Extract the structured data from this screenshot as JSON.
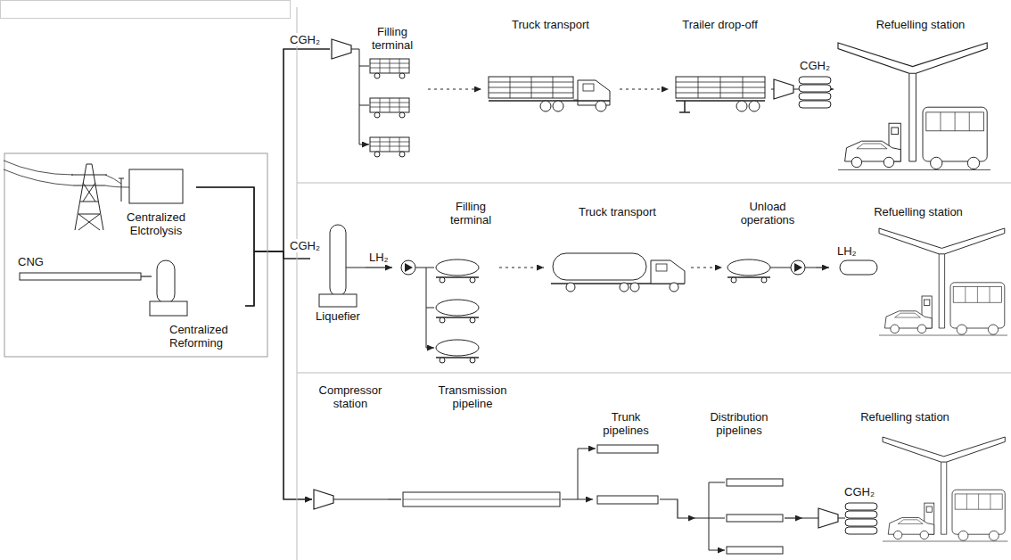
{
  "diagram": {
    "nodes": [
      {
        "text": [
          "Centralized Elctrolysis"
        ]
      },
      {
        "text": [
          "Centralized Reforming"
        ]
      },
      {
        "text": [
          "CNG"
        ]
      },
      {
        "text": [
          "Filling terminal"
        ]
      },
      {
        "text": [
          "Truck transport"
        ]
      },
      {
        "text": [
          "Trailer drop-off"
        ]
      },
      {
        "text": [
          "Refuelling station"
        ]
      },
      {
        "text": [
          "Liquefier"
        ]
      },
      {
        "text": [
          "Filling terminal"
        ]
      },
      {
        "text": [
          "Truck transport"
        ]
      },
      {
        "text": [
          "Unload operations"
        ]
      },
      {
        "text": [
          "Refuelling station"
        ]
      },
      {
        "text": [
          "Compressor station"
        ]
      },
      {
        "text": [
          "Transmission pipeline"
        ]
      },
      {
        "text": [
          "Trunk pipelines"
        ]
      },
      {
        "text": [
          "Distribution pipelines"
        ]
      },
      {
        "text": [
          "Refuelling station"
        ]
      }
    ],
    "edges": [
      {
        "from": 2,
        "to": 1,
        "arrow": "none"
      },
      {
        "from": 0,
        "to": 3,
        "arrow": "none"
      },
      {
        "from": 1,
        "to": 3,
        "arrow": "none"
      },
      {
        "from": 0,
        "to": 7,
        "arrow": "none"
      },
      {
        "from": 1,
        "to": 7,
        "arrow": "none"
      },
      {
        "from": 0,
        "to": 12,
        "arrow": "to"
      },
      {
        "from": 1,
        "to": 12,
        "arrow": "to"
      },
      {
        "from": 3,
        "to": 4,
        "arrow": "to"
      },
      {
        "from": 4,
        "to": 5,
        "arrow": "to"
      },
      {
        "from": 5,
        "to": 6,
        "arrow": "to"
      },
      {
        "from": 7,
        "to": 8,
        "arrow": "to"
      },
      {
        "from": 8,
        "to": 9,
        "arrow": "to"
      },
      {
        "from": 9,
        "to": 10,
        "arrow": "to"
      },
      {
        "from": 10,
        "to": 11,
        "arrow": "to"
      },
      {
        "from": 12,
        "to": 13,
        "arrow": "none"
      },
      {
        "from": 13,
        "to": 14,
        "arrow": "to"
      },
      {
        "from": 14,
        "to": 15,
        "arrow": "to"
      },
      {
        "from": 15,
        "to": 16,
        "arrow": "to"
      }
    ],
    "labels": [
      "CGH₂",
      "CGH₂",
      "LH₂",
      "CGH₂",
      "LH₂",
      "CGH₂"
    ]
  }
}
